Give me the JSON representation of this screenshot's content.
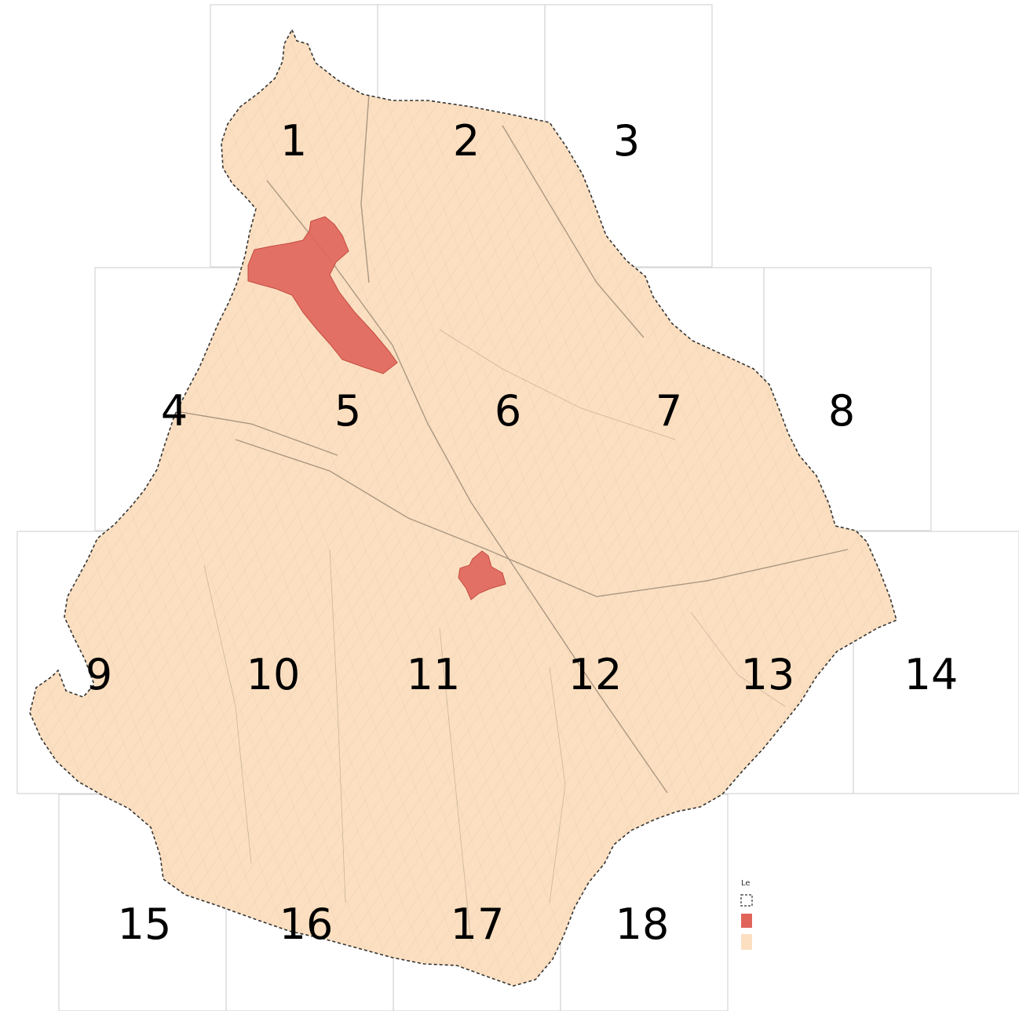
{
  "map": {
    "sheets": [
      {
        "label": "1"
      },
      {
        "label": "2"
      },
      {
        "label": "3"
      },
      {
        "label": "4"
      },
      {
        "label": "5"
      },
      {
        "label": "6"
      },
      {
        "label": "7"
      },
      {
        "label": "8"
      },
      {
        "label": "9"
      },
      {
        "label": "10"
      },
      {
        "label": "11"
      },
      {
        "label": "12"
      },
      {
        "label": "13"
      },
      {
        "label": "14"
      },
      {
        "label": "15"
      },
      {
        "label": "16"
      },
      {
        "label": "17"
      },
      {
        "label": "18"
      }
    ],
    "colors": {
      "territory_fill": "#fbdfc0",
      "highlight_fill": "#e0645a",
      "grid_line": "#d6d6d6",
      "boundary": "#333333"
    },
    "legend": {
      "title": "Le"
    }
  }
}
